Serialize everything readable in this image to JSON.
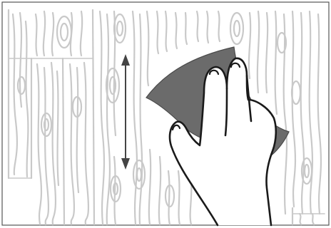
{
  "illustration": {
    "subject": "hand-sanding-wood",
    "icons": {
      "wood_texture": "wood-grain-texture",
      "direction_arrow": "vertical-double-arrow-icon",
      "sandpaper": "sandpaper-sheet",
      "hand": "hand-icon"
    },
    "colors": {
      "background": "#ffffff",
      "frame": "#555555",
      "wood_grain": "#c9c9c9",
      "arrow": "#444444",
      "sandpaper": "#6b6b6b",
      "sandpaper_outline": "#4a4a4a",
      "hand_fill": "#ffffff",
      "hand_outline": "#1a1a1a"
    }
  }
}
